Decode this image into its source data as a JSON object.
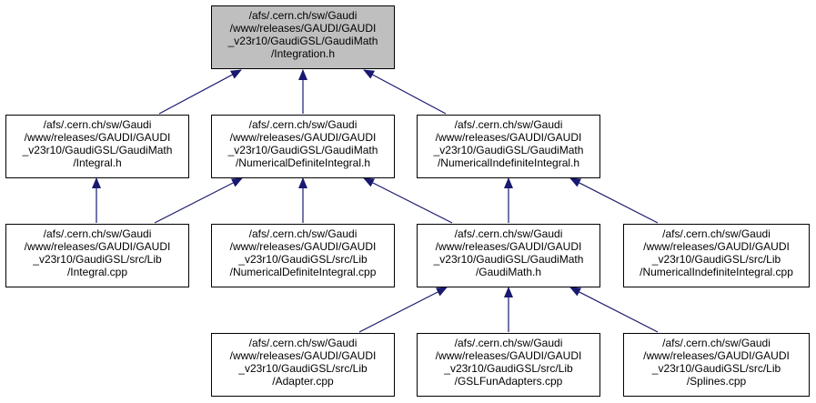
{
  "root": {
    "lines": [
      "/afs/.cern.ch/sw/Gaudi",
      "/www/releases/GAUDI/GAUDI",
      "_v23r10/GaudiGSL/GaudiMath",
      "/Integration.h"
    ]
  },
  "integral_h": {
    "lines": [
      "/afs/.cern.ch/sw/Gaudi",
      "/www/releases/GAUDI/GAUDI",
      "_v23r10/GaudiGSL/GaudiMath",
      "/Integral.h"
    ]
  },
  "numdef_h": {
    "lines": [
      "/afs/.cern.ch/sw/Gaudi",
      "/www/releases/GAUDI/GAUDI",
      "_v23r10/GaudiGSL/GaudiMath",
      "/NumericalDefiniteIntegral.h"
    ]
  },
  "numindef_h": {
    "lines": [
      "/afs/.cern.ch/sw/Gaudi",
      "/www/releases/GAUDI/GAUDI",
      "_v23r10/GaudiGSL/GaudiMath",
      "/NumericalIndefiniteIntegral.h"
    ]
  },
  "integral_cpp": {
    "lines": [
      "/afs/.cern.ch/sw/Gaudi",
      "/www/releases/GAUDI/GAUDI",
      "_v23r10/GaudiGSL/src/Lib",
      "/Integral.cpp"
    ]
  },
  "numdef_cpp": {
    "lines": [
      "/afs/.cern.ch/sw/Gaudi",
      "/www/releases/GAUDI/GAUDI",
      "_v23r10/GaudiGSL/src/Lib",
      "/NumericalDefiniteIntegral.cpp"
    ]
  },
  "gaudimath_h": {
    "lines": [
      "/afs/.cern.ch/sw/Gaudi",
      "/www/releases/GAUDI/GAUDI",
      "_v23r10/GaudiGSL/GaudiMath",
      "/GaudiMath.h"
    ]
  },
  "numindef_cpp": {
    "lines": [
      "/afs/.cern.ch/sw/Gaudi",
      "/www/releases/GAUDI/GAUDI",
      "_v23r10/GaudiGSL/src/Lib",
      "/NumericalIndefiniteIntegral.cpp"
    ]
  },
  "adapter_cpp": {
    "lines": [
      "/afs/.cern.ch/sw/Gaudi",
      "/www/releases/GAUDI/GAUDI",
      "_v23r10/GaudiGSL/src/Lib",
      "/Adapter.cpp"
    ]
  },
  "gslfun_cpp": {
    "lines": [
      "/afs/.cern.ch/sw/Gaudi",
      "/www/releases/GAUDI/GAUDI",
      "_v23r10/GaudiGSL/src/Lib",
      "/GSLFunAdapters.cpp"
    ]
  },
  "splines_cpp": {
    "lines": [
      "/afs/.cern.ch/sw/Gaudi",
      "/www/releases/GAUDI/GAUDI",
      "_v23r10/GaudiGSL/src/Lib",
      "/Splines.cpp"
    ]
  },
  "colors": {
    "edge": "#191970",
    "root_fill": "#bfbfbf",
    "node_fill": "#ffffff",
    "border": "#000000"
  }
}
